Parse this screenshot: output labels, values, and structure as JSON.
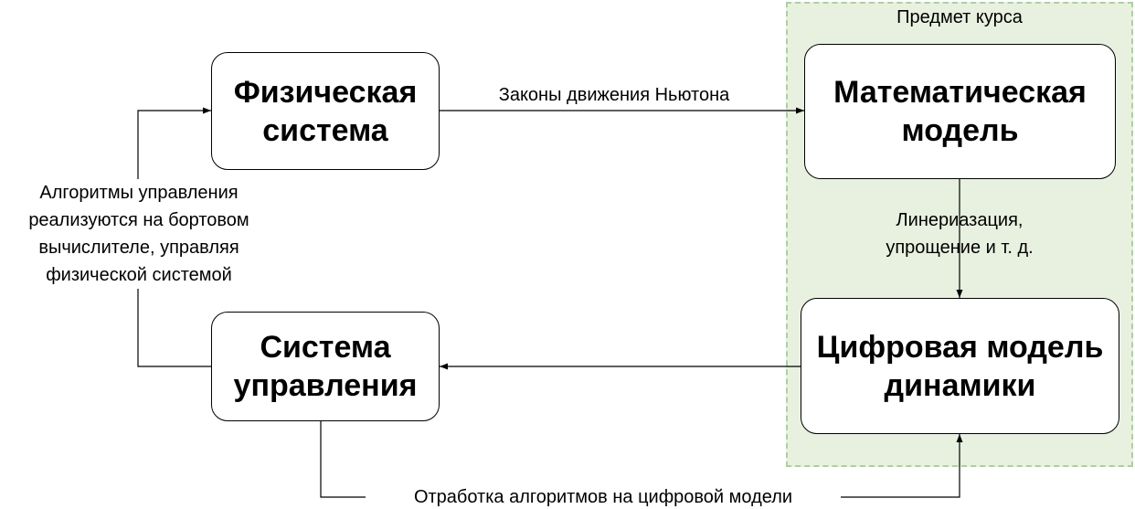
{
  "group": {
    "title": "Предмет курса",
    "fill": "#e8f1e0",
    "border": "#a8d39a"
  },
  "nodes": {
    "physical": "Физическая\nсистема",
    "math": "Математическая\nмодель",
    "digital": "Цифровая модель\nдинамики",
    "control": "Система\nуправления"
  },
  "edges": {
    "newton": "Законы движения Ньютона",
    "linearization": "Линериазация,\nупрощение и т. д.",
    "algorithms": "Алгоритмы управления\nреализуются на бортовом\nвычислителе, управляя\nфизической системой",
    "testing": "Отработка алгоритмов на цифровой модели"
  }
}
